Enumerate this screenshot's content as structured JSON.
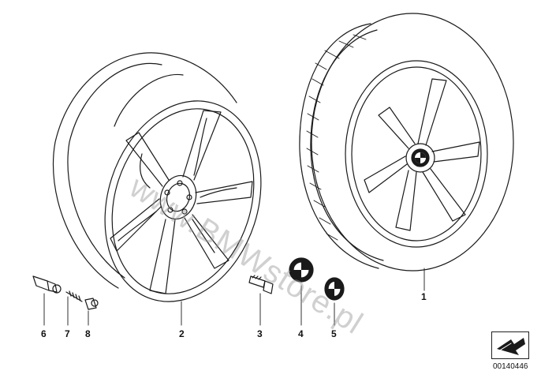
{
  "diagram": {
    "watermark": "www.BMWstore.pl",
    "document_id": "00140446",
    "part_numbers": [
      "1",
      "2",
      "3",
      "4",
      "5",
      "6",
      "7",
      "8"
    ]
  },
  "parts": [
    {
      "number": "1",
      "icon": "complete-wheel-with-tire-icon"
    },
    {
      "number": "2",
      "icon": "light-alloy-rim-icon"
    },
    {
      "number": "3",
      "icon": "wheel-bolt-icon"
    },
    {
      "number": "4",
      "icon": "hub-cap-icon"
    },
    {
      "number": "5",
      "icon": "emblem-badge-icon"
    },
    {
      "number": "6",
      "icon": "tire-valve-icon"
    },
    {
      "number": "7",
      "icon": "valve-core-icon"
    },
    {
      "number": "8",
      "icon": "valve-cap-icon"
    }
  ]
}
